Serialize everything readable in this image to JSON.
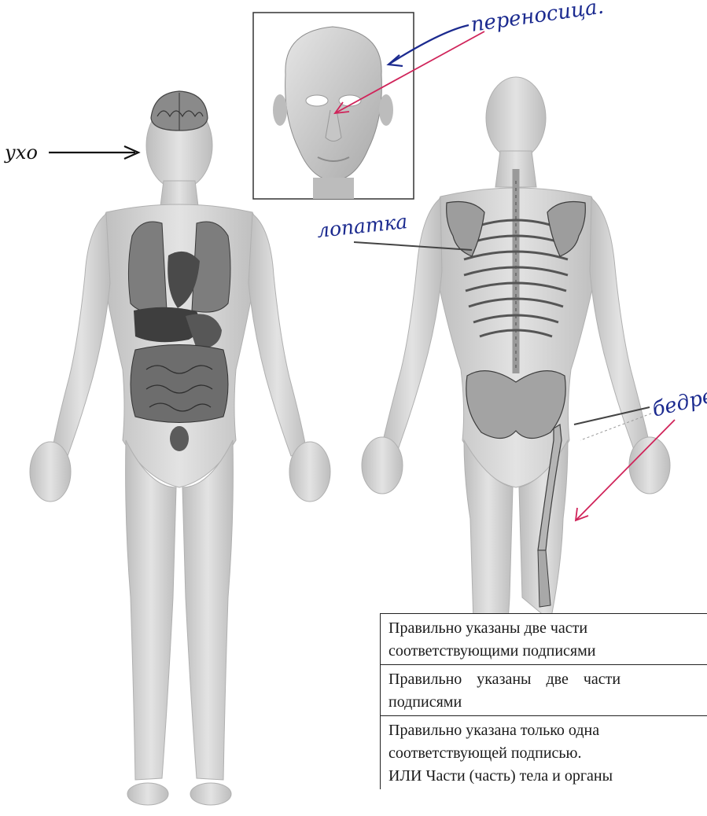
{
  "labels": {
    "ear": "ухо",
    "nose_bridge": "переносица.",
    "shoulder_blade": "лопатка",
    "femur": "бедре"
  },
  "table": {
    "rows": [
      {
        "line1": "Правильно указаны две части",
        "line2": "соответствующими подписями"
      },
      {
        "line1": "Правильно указаны две части",
        "line2": "подписями"
      },
      {
        "line1": "Правильно указана только одна",
        "line2": "соответствующей подписью.",
        "line3": "ИЛИ Части (часть) тела и органы"
      }
    ]
  },
  "colors": {
    "ink_blue": "#1b2a8f",
    "ink_red": "#d0245a",
    "ink_black": "#111111",
    "skin": "#d4d4d4",
    "bone": "#9a9a9a",
    "organ": "#5a5a5a"
  }
}
